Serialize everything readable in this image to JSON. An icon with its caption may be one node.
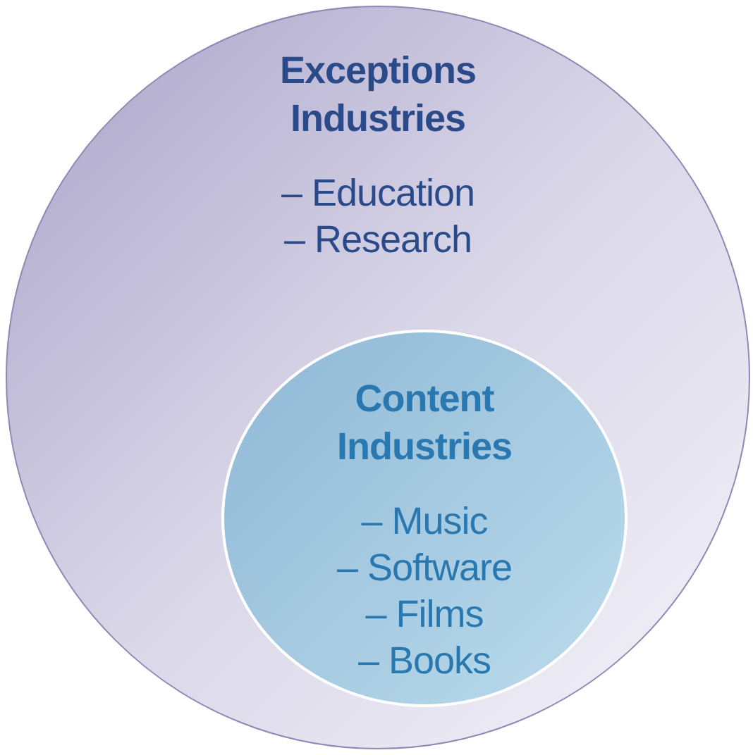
{
  "diagram": {
    "nodes": [
      {
        "text": [
          "Exceptions Industries",
          "– Education",
          "– Research"
        ]
      },
      {
        "text": [
          "Content Industries",
          "– Music",
          "– Software",
          "– Films",
          "– Books"
        ],
        "in": 0
      }
    ]
  }
}
